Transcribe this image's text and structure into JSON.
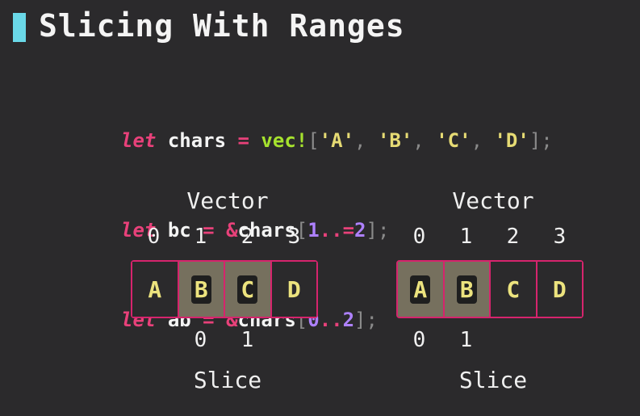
{
  "title": "Slicing With Ranges",
  "code": {
    "line1": {
      "kw": "let",
      "name": "chars",
      "eq": "=",
      "macro": "vec!",
      "open": "[",
      "a": "'A'",
      "c1": ",",
      "b": "'B'",
      "c2": ",",
      "c": "'C'",
      "c3": ",",
      "d": "'D'",
      "close": "];"
    },
    "line2": {
      "kw": "let",
      "name": "bc",
      "eq": "=",
      "amp": "&",
      "target": "chars",
      "open": "[",
      "start": "1",
      "range": "..=",
      "end": "2",
      "close": "];"
    },
    "line3": {
      "kw": "let",
      "name": "ab",
      "eq": "=",
      "amp": "&",
      "target": "chars",
      "open": "[",
      "start": "0",
      "range": "..",
      "end": "2",
      "close": "];"
    }
  },
  "diagrams": [
    {
      "vector_label": "Vector",
      "slice_label": "Slice",
      "indices": [
        "0",
        "1",
        "2",
        "3"
      ],
      "cells": [
        "A",
        "B",
        "C",
        "D"
      ],
      "selected": [
        1,
        2
      ],
      "slice_indices": [
        "0",
        "1"
      ]
    },
    {
      "vector_label": "Vector",
      "slice_label": "Slice",
      "indices": [
        "0",
        "1",
        "2",
        "3"
      ],
      "cells": [
        "A",
        "B",
        "C",
        "D"
      ],
      "selected": [
        0,
        1
      ],
      "slice_indices": [
        "0",
        "1"
      ]
    }
  ],
  "colors": {
    "accent": "#6ad8e8",
    "border": "#d6246d",
    "selected_bg": "#76705e",
    "cell_text": "#ece37e"
  }
}
